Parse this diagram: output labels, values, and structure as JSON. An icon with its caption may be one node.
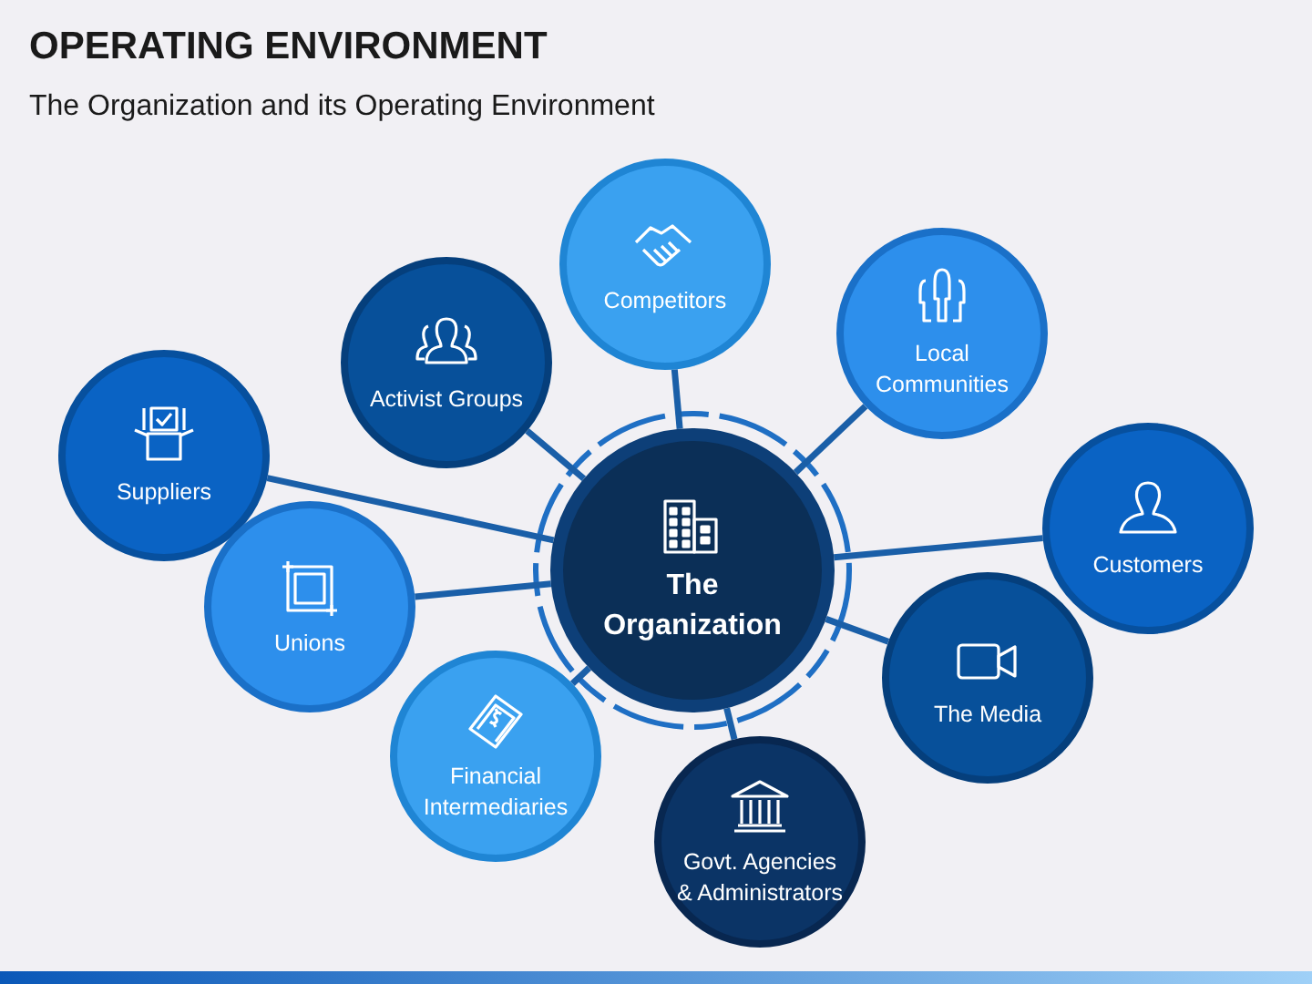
{
  "diagram": {
    "title": "OPERATING ENVIRONMENT",
    "nodes": [
      {
        "text": [
          "The Organization"
        ]
      },
      {
        "text": [
          "Suppliers"
        ]
      },
      {
        "text": [
          "Activist Groups"
        ]
      },
      {
        "text": [
          "Competitors"
        ]
      },
      {
        "text": [
          "Local Communities"
        ]
      },
      {
        "text": [
          "Customers"
        ]
      },
      {
        "text": [
          "Unions"
        ]
      },
      {
        "text": [
          "Financial Intermediaries"
        ]
      },
      {
        "text": [
          "The Media"
        ]
      },
      {
        "text": [
          "Govt. Agencies & Administrators"
        ]
      }
    ],
    "edges": [
      {
        "from": 0,
        "to": 1,
        "arrow": "none"
      },
      {
        "from": 0,
        "to": 2,
        "arrow": "none"
      },
      {
        "from": 0,
        "to": 3,
        "arrow": "none"
      },
      {
        "from": 0,
        "to": 4,
        "arrow": "none"
      },
      {
        "from": 0,
        "to": 5,
        "arrow": "none"
      },
      {
        "from": 0,
        "to": 6,
        "arrow": "none"
      },
      {
        "from": 0,
        "to": 7,
        "arrow": "none"
      },
      {
        "from": 0,
        "to": 8,
        "arrow": "none"
      },
      {
        "from": 0,
        "to": 9,
        "arrow": "none"
      }
    ],
    "labels": [
      "The Organization and its Operating Environment"
    ]
  }
}
